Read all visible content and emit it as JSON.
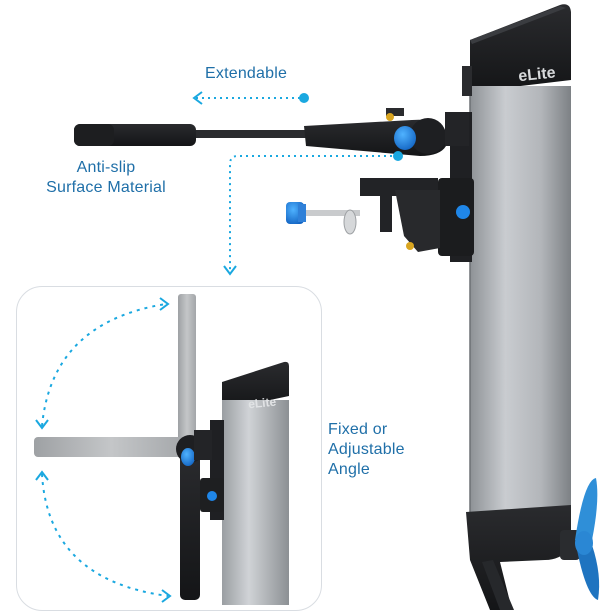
{
  "labels": {
    "extendable": "Extendable",
    "anti_slip_line1": "Anti-slip",
    "anti_slip_line2": "Surface Material",
    "angle_line1": "Fixed or",
    "angle_line2": "Adjustable",
    "angle_line3": "Angle"
  },
  "brand": {
    "logo_text": "eLite"
  },
  "colors": {
    "accent_blue": "#1f8fe0",
    "caption_blue": "#1f6fa8",
    "dotted_cyan": "#1aa8e0",
    "motor_silver": "#a9adb1",
    "body_black": "#1c1d1f"
  }
}
